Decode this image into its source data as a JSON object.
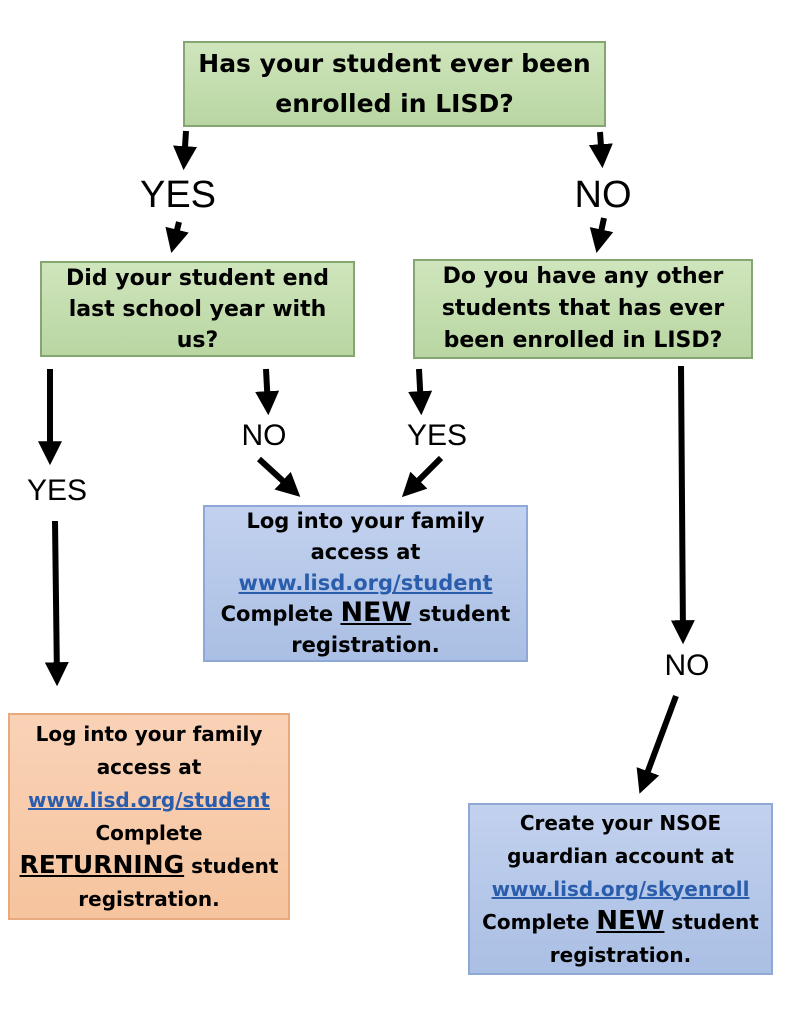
{
  "colors": {
    "background": "#ffffff",
    "green_fill": "#c4deac",
    "green_border": "#85a571",
    "blue_fill": "#b6c9e8",
    "blue_border": "#8fa8d8",
    "orange_fill": "#f8cbad",
    "orange_border": "#e9a97e",
    "link": "#2b5dad",
    "arrow": "#000000",
    "text": "#000000"
  },
  "questions": {
    "ever_enrolled": "Has your student ever been\nenrolled in LISD?",
    "end_last_year": "Did your student end\nlast school year with\nus?",
    "other_students": "Do you have any other\nstudents that has ever\nbeen enrolled in LISD?"
  },
  "edge_labels": {
    "top_yes": "YES",
    "top_no": "NO",
    "left_yes": "YES",
    "left_no": "NO",
    "right_yes": "YES",
    "right_no": "NO"
  },
  "outcomes": {
    "returning": {
      "line1": "Log into your family",
      "line2": "access at",
      "link": "www.lisd.org/student",
      "line3": "Complete",
      "emphasis": "RETURNING",
      "line4_suffix": " student",
      "line5": "registration."
    },
    "new_family_access": {
      "line1": "Log into your family",
      "line2": "access at",
      "link": "www.lisd.org/student",
      "line3_prefix": "Complete ",
      "emphasis": "NEW",
      "line3_suffix": " student",
      "line4": "registration."
    },
    "new_nsoe": {
      "line1": "Create your NSOE",
      "line2": "guardian account at",
      "link": "www.lisd.org/skyenroll",
      "line3_prefix": "Complete ",
      "emphasis": "NEW",
      "line3_suffix": " student",
      "line4": "registration."
    }
  }
}
